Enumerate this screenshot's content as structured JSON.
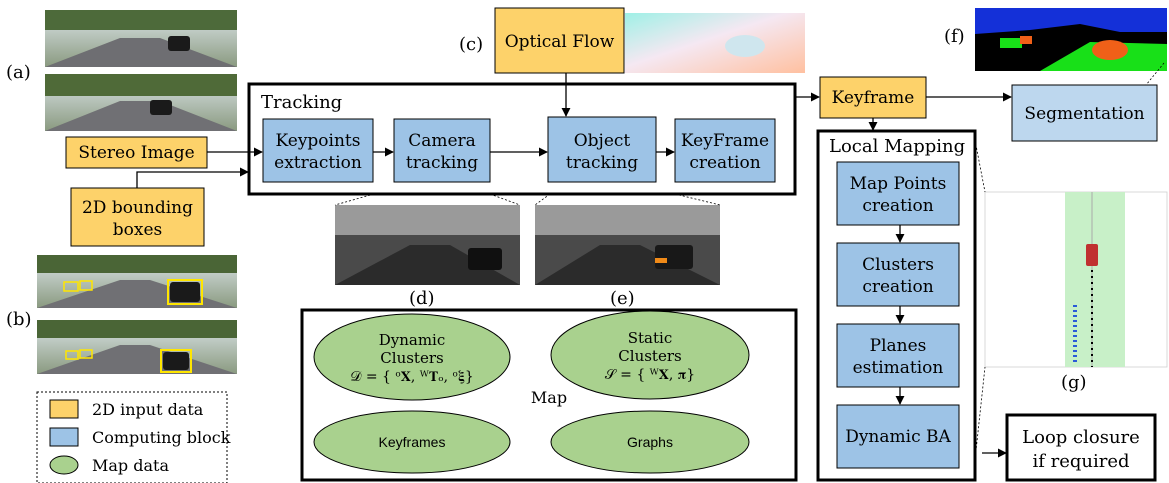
{
  "panel_labels": {
    "a": "(a)",
    "b": "(b)",
    "c": "(c)",
    "d": "(d)",
    "e": "(e)",
    "f": "(f)",
    "g": "(g)"
  },
  "inputs": {
    "stereo_image": "Stereo Image",
    "bounding_boxes_line1": "2D bounding",
    "bounding_boxes_line2": "boxes",
    "optical_flow": "Optical Flow"
  },
  "tracking": {
    "title": "Tracking",
    "keypoints_line1": "Keypoints",
    "keypoints_line2": "extraction",
    "camera_line1": "Camera",
    "camera_line2": "tracking",
    "object_line1": "Object",
    "object_line2": "tracking",
    "keyframe_creation_line1": "KeyFrame",
    "keyframe_creation_line2": "creation"
  },
  "keyframe": "Keyframe",
  "segmentation": "Segmentation",
  "local_mapping": {
    "title": "Local Mapping",
    "map_points_line1": "Map Points",
    "map_points_line2": "creation",
    "clusters_line1": "Clusters",
    "clusters_line2": "creation",
    "planes_line1": "Planes",
    "planes_line2": "estimation",
    "dynamic_ba": "Dynamic BA"
  },
  "loop_closure_line1": "Loop closure",
  "loop_closure_line2": "if required",
  "map": {
    "title": "Map",
    "dynamic_line1": "Dynamic",
    "dynamic_line2": "Clusters",
    "dynamic_formula": "𝒟 = { ᵒ𝐗, ᵂ𝐓ₒ, ᵒ𝛏}",
    "static_line1": "Static",
    "static_line2": "Clusters",
    "static_formula": "𝒮 = { ᵂ𝐗, 𝛑}",
    "keyframes": "Keyframes",
    "graphs": "Graphs"
  },
  "legend": {
    "input": "2D input data",
    "computing": "Computing block",
    "map": "Map data"
  },
  "colors": {
    "input": "#fdd26a",
    "computing": "#9dc3e6",
    "map": "#a9d18e"
  }
}
